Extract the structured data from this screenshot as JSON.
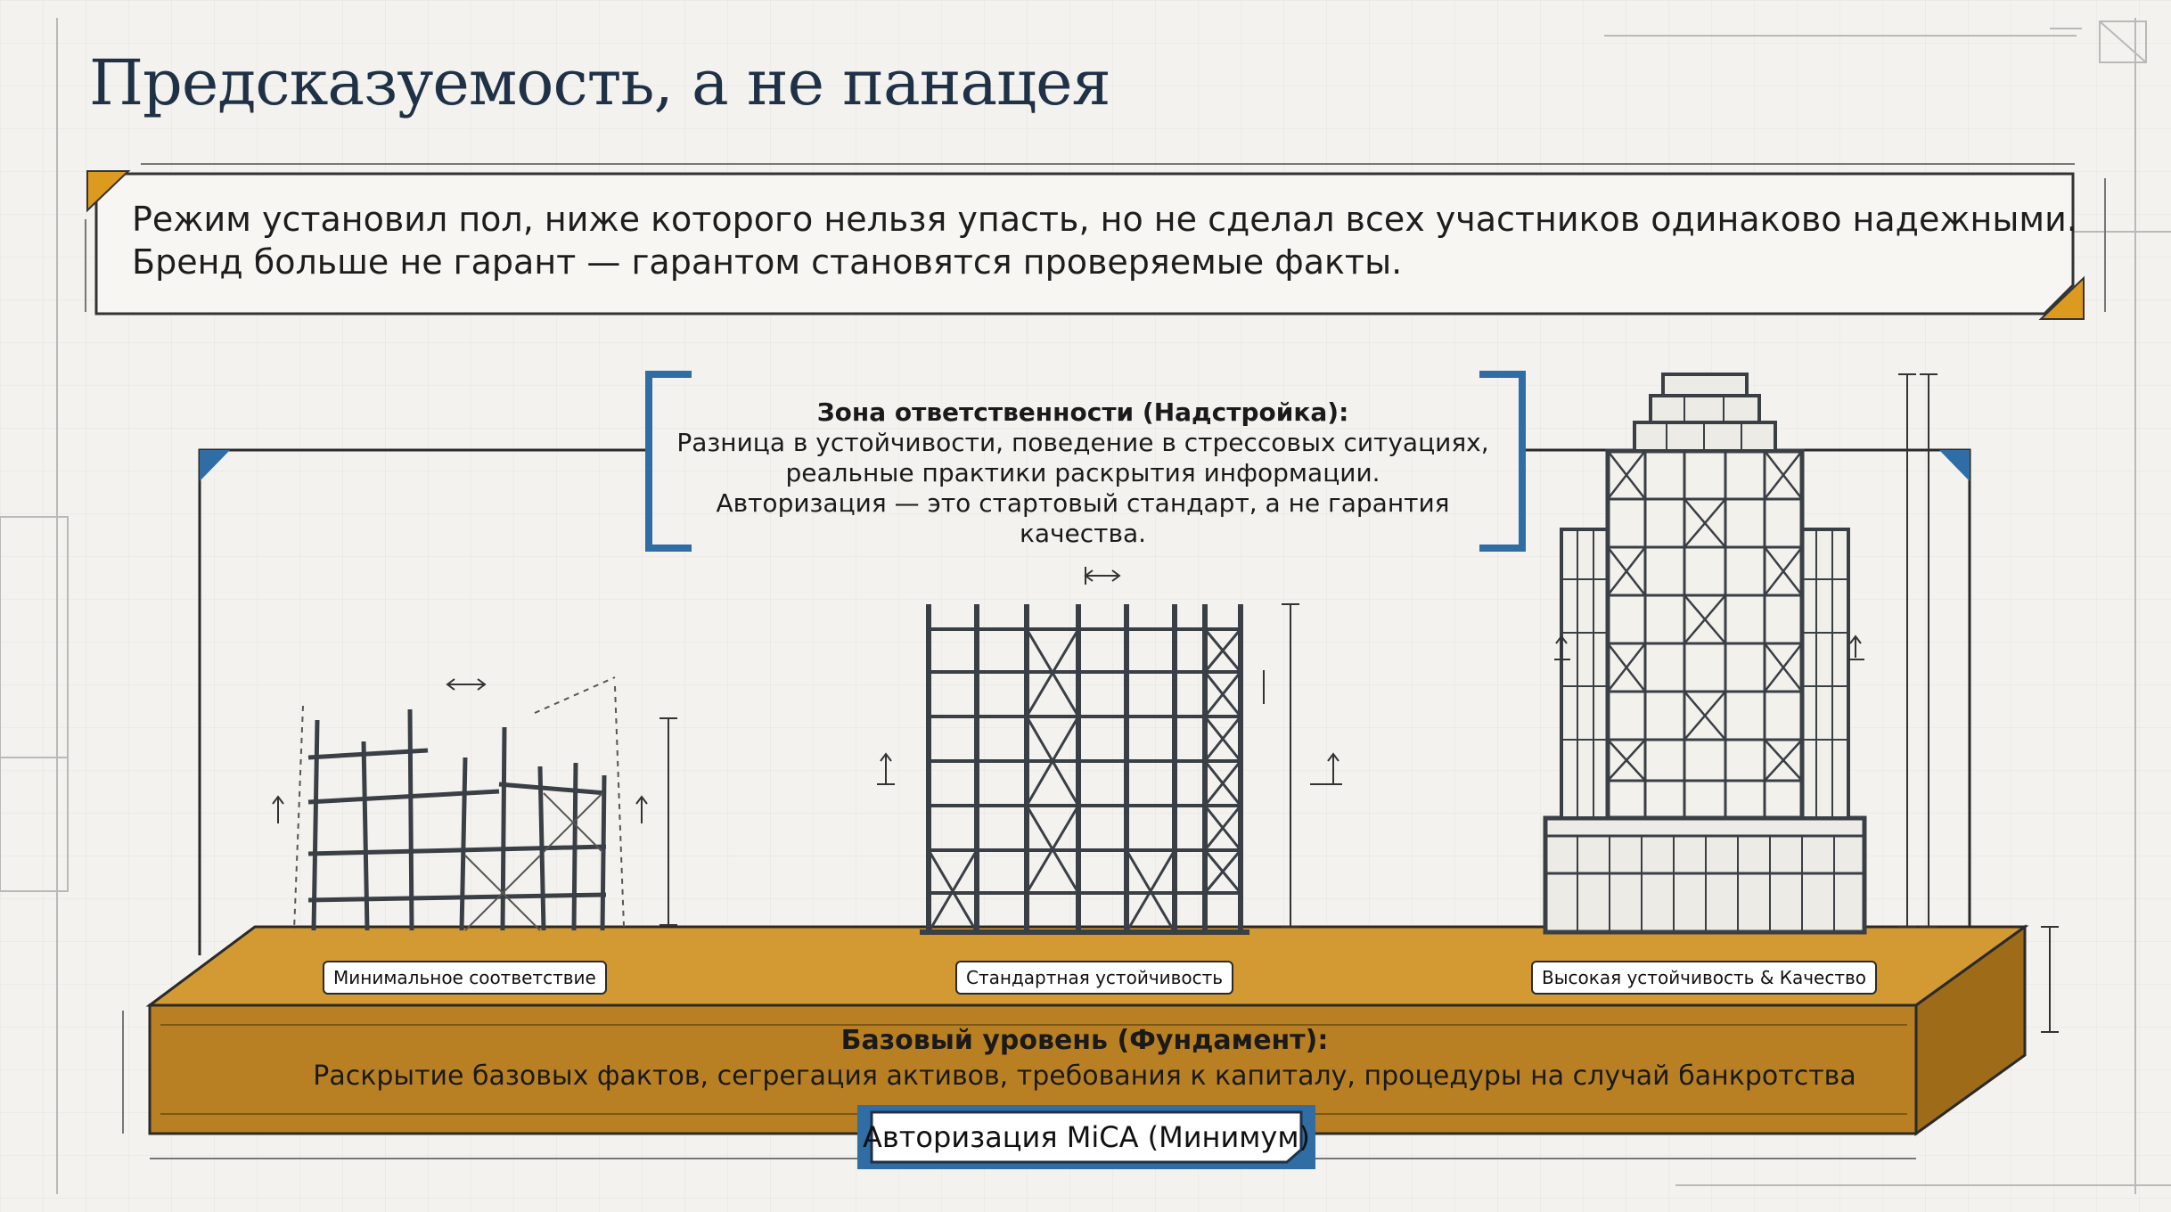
{
  "slide": {
    "title": "Предсказуемость, а не панацея",
    "intro": {
      "line1": "Режим установил пол, ниже которого нельзя упасть, но не сделал всех участников одинаково надежными.",
      "line2": "Бренд больше не гарант — гарантом становятся проверяемые факты."
    }
  },
  "zone": {
    "title": "Зона ответственности (Надстройка):",
    "line1": "Разница в устойчивости, поведение в стрессовых ситуациях,",
    "line2": "реальные практики раскрытия информации.",
    "line3": "Авторизация — это стартовый стандарт, а не гарантия качества."
  },
  "buildings": [
    {
      "label": "Минимальное соответствие"
    },
    {
      "label": "Стандартная устойчивость"
    },
    {
      "label": "Высокая устойчивость & Качество"
    }
  ],
  "foundation": {
    "title": "Базовый уровень (Фундамент):",
    "text": "Раскрытие базовых фактов, сегрегация активов, требования к капиталу, процедуры на случай банкротства",
    "badge": "Авторизация MiCA (Минимум)"
  },
  "colors": {
    "navy": "#1f3147",
    "accent_blue": "#2f6da4",
    "orange": "#dc9a1f",
    "foundation_top": "#cf962e",
    "foundation_front": "#b87f1e"
  }
}
